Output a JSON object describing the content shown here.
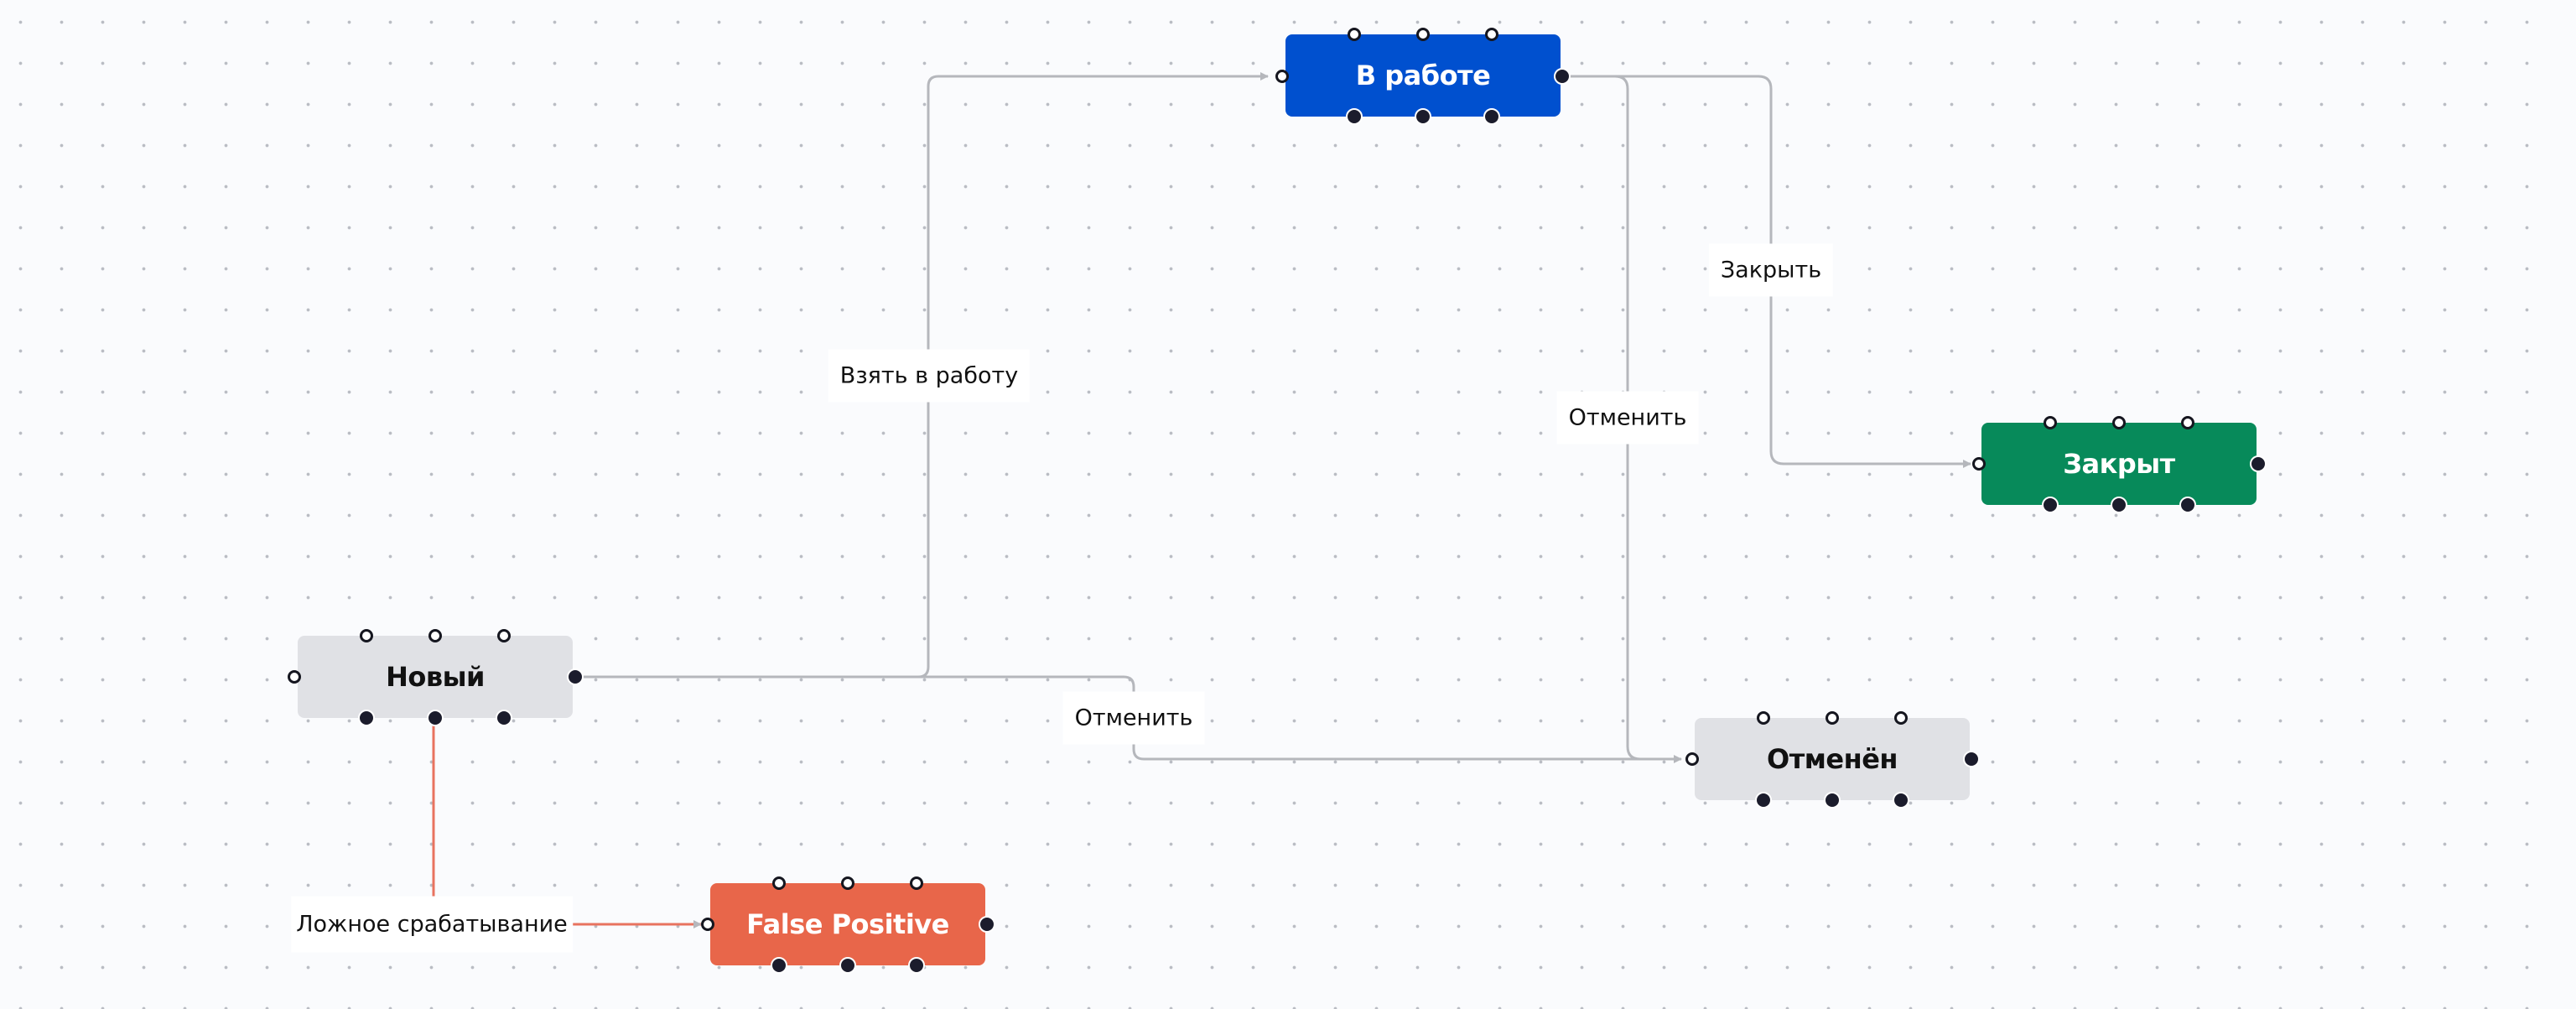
{
  "diagram": {
    "type": "workflow-state-diagram",
    "colors": {
      "grid_dot": "#b9bcc3",
      "edge": "#b5b7bc",
      "edge_error": "#e8735f",
      "node_new": "#e0e1e5",
      "node_in_progress": "#0050cf",
      "node_closed": "#078a5a",
      "node_cancelled": "#e0e1e5",
      "node_false_positive": "#e8664a"
    },
    "nodes": {
      "new": {
        "label": "Новый"
      },
      "in_progress": {
        "label": "В работе"
      },
      "closed": {
        "label": "Закрыт"
      },
      "cancelled": {
        "label": "Отменён"
      },
      "false_positive": {
        "label": "False Positive"
      }
    },
    "edges": {
      "take_to_work": {
        "from": "new",
        "to": "in_progress",
        "label": "Взять в работу"
      },
      "cancel_from_new": {
        "from": "new",
        "to": "cancelled",
        "label": "Отменить"
      },
      "close": {
        "from": "in_progress",
        "to": "closed",
        "label": "Закрыть"
      },
      "cancel_from_work": {
        "from": "in_progress",
        "to": "cancelled",
        "label": "Отменить"
      },
      "false_alarm": {
        "from": "new",
        "to": "false_positive",
        "label": "Ложное срабатывание"
      }
    }
  }
}
